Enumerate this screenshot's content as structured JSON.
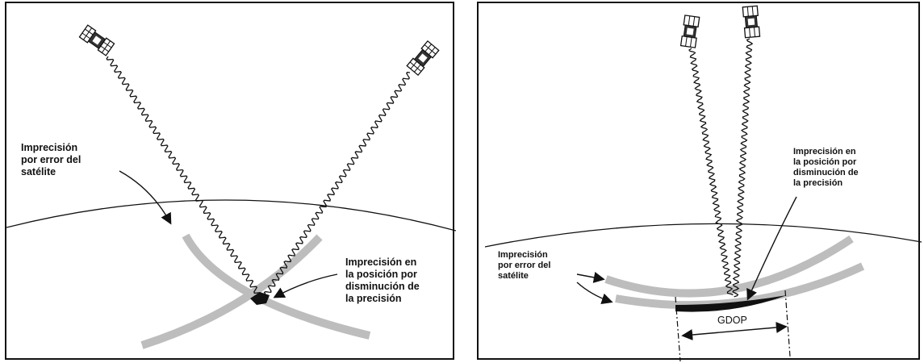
{
  "left": {
    "label_satellite_error": "Imprecisión\npor error del\nsatélite",
    "label_precision_loss": "Imprecisión en\nla posición por\ndisminución de\nla precisión"
  },
  "right": {
    "label_satellite_error": "Imprecisión\npor error del\nsatélite",
    "label_precision_loss": "Imprecisión en\nla posición por\ndisminución de\nla precisión",
    "label_gdop": "GDOP"
  },
  "colors": {
    "uncertainty_band": "#bdbdbd",
    "line": "#111111"
  }
}
